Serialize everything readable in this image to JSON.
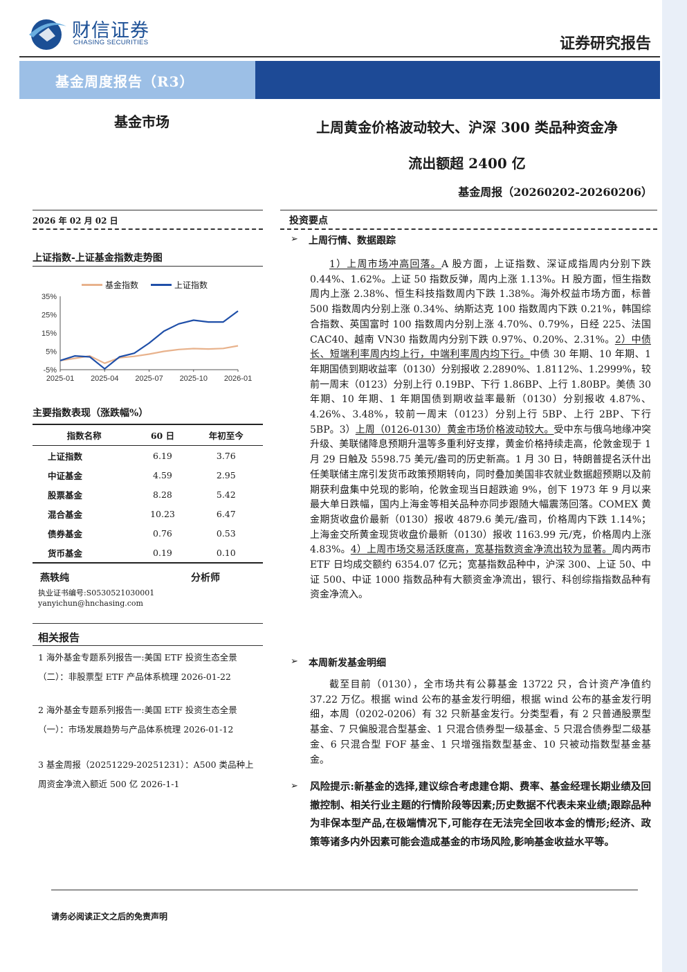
{
  "header": {
    "logo_cn": "财信证券",
    "logo_en": "CHASING SECURITIES",
    "report_type": "证券研究报告",
    "banner": "基金周度报告（R3）",
    "category": "基金市场",
    "title_line1": "上周黄金价格波动较大、沪深 300 类品种资金净",
    "title_line2": "流出额超 2400 亿",
    "subtitle": "基金周报（20260202-20260206）"
  },
  "date": "2026 年 02 月 02 日",
  "chart_title": "上证指数-上证基金指数走势图",
  "chart_data": {
    "type": "line",
    "x": [
      "2025-01",
      "2025-02",
      "2025-03",
      "2025-04",
      "2025-05",
      "2025-06",
      "2025-07",
      "2025-08",
      "2025-09",
      "2025-10",
      "2025-11",
      "2025-12",
      "2026-01"
    ],
    "series": [
      {
        "name": "基金指数",
        "color": "#e8b28c",
        "values": [
          0,
          1.2,
          2.5,
          -1.5,
          1.5,
          2.3,
          3.5,
          5.0,
          6.0,
          6.5,
          6.3,
          6.6,
          8.0
        ]
      },
      {
        "name": "上证指数",
        "color": "#1f4fa8",
        "values": [
          0,
          2.5,
          2.0,
          -4.5,
          2.0,
          4.0,
          9.5,
          16.0,
          20.0,
          22.0,
          21.0,
          21.0,
          27.0
        ]
      }
    ],
    "yticks": [
      "35%",
      "25%",
      "15%",
      "5%",
      "-5%"
    ],
    "ytick_values": [
      35,
      25,
      15,
      5,
      -5
    ],
    "xticks": [
      "2025-01",
      "2025-04",
      "2025-07",
      "2025-10",
      "2026-01"
    ],
    "xtick_positions": [
      0,
      3,
      6,
      9,
      12
    ],
    "ylim": [
      -5,
      35
    ],
    "legend": "top-left",
    "grid": false
  },
  "perf_title": "主要指数表现（涨跌幅%）",
  "perf_table": {
    "headers": [
      "指数名称",
      "60 日",
      "年初至今"
    ],
    "rows": [
      [
        "上证指数",
        "6.19",
        "3.76"
      ],
      [
        "中证基金",
        "4.59",
        "2.95"
      ],
      [
        "股票基金",
        "8.28",
        "5.42"
      ],
      [
        "混合基金",
        "10.23",
        "6.47"
      ],
      [
        "债券基金",
        "0.76",
        "0.53"
      ],
      [
        "货币基金",
        "0.19",
        "0.10"
      ]
    ]
  },
  "analyst": {
    "name": "燕轶纯",
    "role": "分析师",
    "cert": "执业证书编号:S0530521030001",
    "email": "yanyichun@hnchasing.com"
  },
  "related": {
    "title": "相关报告",
    "items": [
      "1 海外基金专题系列报告一:美国 ETF 投资生态全景（二）：非股票型 ETF 产品体系梳理 2026-01-22",
      "2 海外基金专题系列报告一:美国 ETF 投资生态全景（一）：市场发展趋势与产品体系梳理 2026-01-12",
      "3 基金周报（20251229-20251231）：A500 类品种上周资金净流入额近 500 亿 2026-1-1"
    ]
  },
  "investment": {
    "title": "投资要点",
    "arrow": "➢",
    "section1_title": "上周行情、数据跟踪",
    "s1_u1": "1）上周市场冲高回落。",
    "s1_t1": "A 股方面，上证指数、深证成指周内分别下跌 0.44%、1.62%。上证 50 指数反弹，周内上涨 1.13%。H 股方面，恒生指数周内上涨 2.38%、恒生科技指数周内下跌 1.38%。海外权益市场方面，标普 500 指数周内分别上涨 0.34%、纳斯达克 100 指数周内下跌 0.21%，韩国综合指数、英国富时 100 指数周内分别上涨 4.70%、0.79%，日经 225、法国 CAC40、越南 VN30 指数周内分别下跌 0.97%、0.20%、2.31%。",
    "s1_u2": "2）中债长、短端利率周内均上行，中端利率周内均下行。",
    "s1_t2": "中债 30 年期、10 年期、1 年期国债到期收益率（0130）分别报收 2.2890%、1.8112%、1.2999%，较前一周末（0123）分别上行 0.19BP、下行 1.86BP、上行 1.80BP。美债 30 年期、10 年期、1 年期国债到期收益率最新（0130）分别报收 4.87%、4.26%、3.48%，较前一周末（0123）分别上行 5BP、上行 2BP、下行 5BP。3）",
    "s1_u3": "上周（0126-0130）黄金市场价格波动较大。",
    "s1_t3": "受中东与俄乌地缘冲突升级、美联储降息预期升温等多重利好支撑，黄金价格持续走高，伦敦金现于 1 月 29 日触及 5598.75 美元/盎司的历史新高。1 月 30 日，特朗普提名沃什出任美联储主席引发货币政策预期转向，同时叠加美国非农就业数据超预期以及前期获利盘集中兑现的影响，伦敦金现当日超跌逾 9%，创下 1973 年 9 月以来最大单日跌幅，国内上海金等相关品种亦同步跟随大幅震荡回落。COMEX 黄金期货收盘价最新（0130）报收 4879.6 美元/盎司，价格周内下跌 1.14%；上海金交所黄金现货收盘价最新（0130）报收 1163.99 元/克，价格周内上涨 4.83%。",
    "s1_u4": "4）上周市场交易活跃度高，宽基指数资金净流出较为显著。",
    "s1_t4": "周内两市 ETF 日均成交额约 6354.07 亿元；宽基指数品种中，沪深 300、上证 50、中证 500、中证 1000 指数品种有大额资金净流出，银行、科创综指指数品种有资金净流入。",
    "section2_title": "本周新发基金明细",
    "s2_text": "截至目前（0130），全市场共有公募基金 13722 只，合计资产净值约 37.22 万亿。根据 wind 公布的基金发行明细，根据 wind 公布的基金发行明细，本周（0202-0206）有 32 只新基金发行。分类型看，有 2 只普通股票型基金、7 只偏股混合型基金、1 只混合债券型一级基金、5 只混合债券型二级基金、6 只混合型 FOF 基金、1 只增强指数型基金、10 只被动指数型基金基金。",
    "risk": "风险提示:新基金的选择,建议综合考虑建仓期、费率、基金经理长期业绩及回撤控制、相关行业主题的行情阶段等因素;历史数据不代表未来业绩;跟踪品种为非保本型产品,在极端情况下,可能存在无法完全回收本金的情形;经济、政策等诸多内外因素可能会造成基金的市场风险,影响基金收益水平等。"
  },
  "disclaimer": "请务必阅读正文之后的免责声明"
}
